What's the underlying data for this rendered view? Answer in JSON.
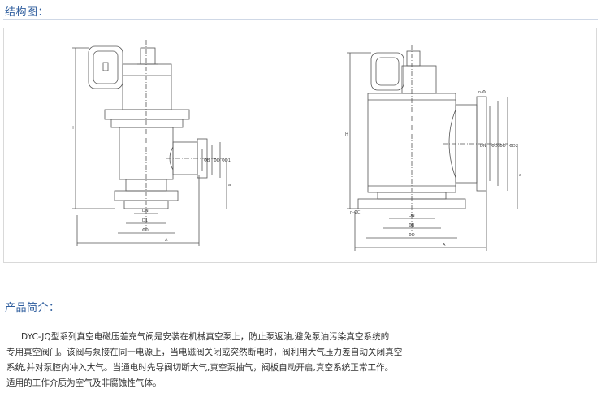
{
  "sections": {
    "structure_title": "结构图：",
    "intro_title": "产品简介："
  },
  "drawing": {
    "left_labels": {
      "height": "H",
      "pipe_outer": "ΦD1",
      "pipe_inner": "ΦD",
      "pipe_small": "ΦB",
      "right_height": "a",
      "dn": "DN",
      "bottom1": "D1",
      "bottom2": "ΦD",
      "width": "A"
    },
    "right_labels": {
      "height": "H",
      "top_mark": "n-Φ",
      "dn": "DN",
      "flange_left": "n-ΦC",
      "d1": "ΦD1",
      "d2": "ΦD",
      "d3": "ΦD2",
      "height2": "a",
      "bottom_dn": "DN",
      "bottom1": "ΦB",
      "bottom2": "ΦD",
      "width": "A"
    }
  },
  "intro": {
    "line1": "DYC-JQ型系列真空电磁压差充气阀是安装在机械真空泵上，防止泵返油,避免泵油污染真空系统的",
    "line2": "专用真空阀门。该阀与泵接在同一电源上，当电磁阀关闭或突然断电时，阀利用大气压力差自动关闭真空",
    "line3": "系统,并对泵腔内冲入大气。当通电时先导阀切断大气,真空泵抽气，阀板自动开启,真空系统正常工作。",
    "line4": "适用的工作介质为空气及非腐蚀性气体。"
  },
  "colors": {
    "heading": "#2f5e9e",
    "text": "#333333",
    "line": "#555555"
  }
}
